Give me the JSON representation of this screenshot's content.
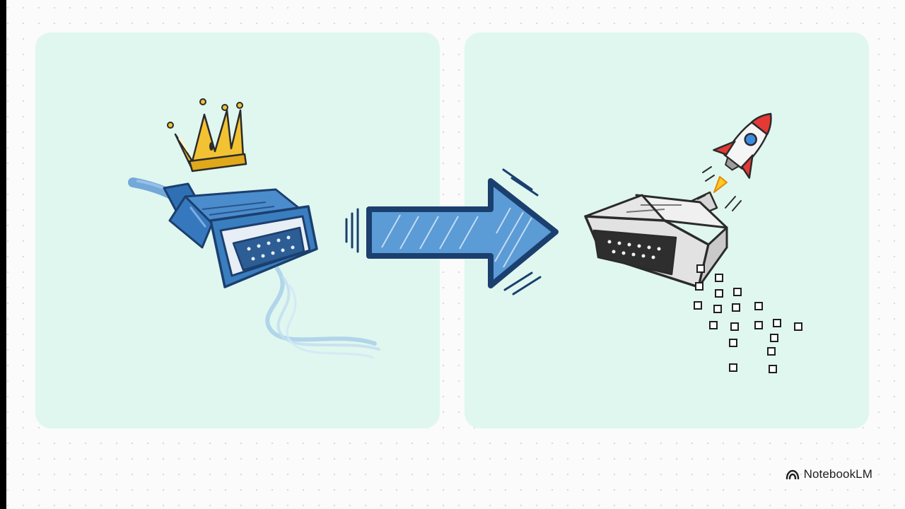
{
  "brand": {
    "name": "NotebookLM",
    "icon": "notebooklm-logo-icon"
  },
  "panels": {
    "left": {
      "illustration": "old-serial-cable",
      "badge_icon": "crown-icon"
    },
    "right": {
      "illustration": "new-connector",
      "badge_icon": "rocket-icon"
    }
  },
  "transition": {
    "icon": "arrow-right-icon"
  },
  "colors": {
    "panel_background": "#dff7ef",
    "page_background": "#fafbfa",
    "cable_blue": "#3a7ec0",
    "arrow_blue": "#5b9bd6",
    "outline_navy": "#1b3f6e",
    "crown_gold": "#f3c232",
    "rocket_red": "#e53935",
    "connector_gray": "#e2e2e2"
  }
}
